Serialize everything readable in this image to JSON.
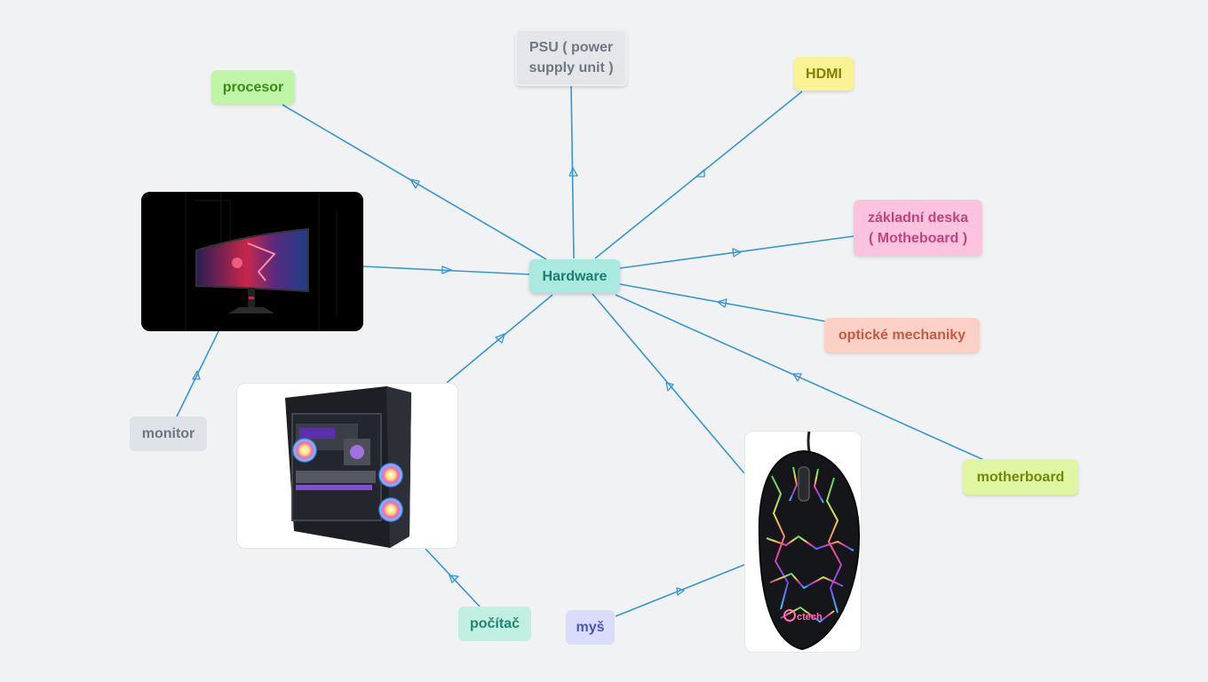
{
  "mindmap": {
    "root": "Hardware",
    "topics": {
      "procesor": "procesor",
      "psu": "PSU ( power\nsupply unit )",
      "hdmi": "HDMI",
      "zakladni_deska": "základní deska\n( Motheboard )",
      "opticke_mechaniky": "optické mechaniky",
      "motherboard": "motherboard",
      "monitor": "monitor",
      "pocitac": "počítač",
      "mys": "myš"
    },
    "images": {
      "monitor": "monitor-image",
      "pc_case": "pc-case-image",
      "mouse": "gaming-mouse-image",
      "mouse_brand": "ctech"
    }
  },
  "colors": {
    "link": "#3596d3",
    "background": "#f1f2f4"
  }
}
